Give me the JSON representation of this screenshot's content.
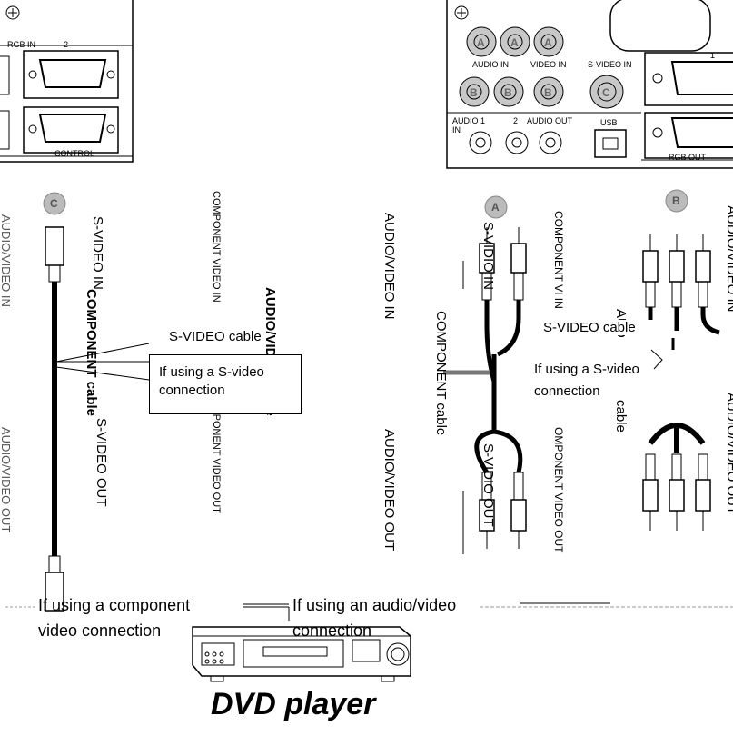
{
  "panel_left": {
    "rgb_in_label": "RGB IN",
    "port_number": "2",
    "control_label": "CONTROL"
  },
  "panel_right": {
    "audio_in_label": "AUDIO IN",
    "video_in_label": "VIDEO IN",
    "svideo_in_label": "S-VIDEO IN",
    "port_number": "1",
    "audio1_label": "AUDIO 1",
    "in_label": "IN",
    "audio2_label": "2",
    "audio_out_label": "AUDIO OUT",
    "usb_label": "USB",
    "rgb_out_label": "RGB OUT"
  },
  "markers": {
    "a": "A",
    "b": "B",
    "c": "C"
  },
  "vertical_labels": {
    "left_edge_top": "AUDIO/VIDEO IN",
    "left_edge_bottom": "AUDIO/VIDEO OUT",
    "svideo_in": "S-VIDEO IN",
    "component_cable": "COMPONENT cable",
    "svideo_out": "S-VIDEO OUT",
    "component_video_in": "COMPONENT VIDEO IN",
    "component_video_out": "COMPONENT VIDEO OUT",
    "av_cable": "AUDIO/VIDEO cable",
    "av_in_mid": "AUDIO/VIDEO IN",
    "av_out_mid": "AUDIO/VIDEO OUT",
    "svidio_in_center": "S-VIDIO IN",
    "component_cable_right": "COMPONENT cable",
    "svidio_out_center": "S-VIDIO OUT",
    "component_video_in_right": "COMPONENT VI IN",
    "component_video_out_right": "OMPONENT VIDEO OUT",
    "audio_short": "AUD",
    "cable_short": "cable",
    "right_edge_top": "AUDIO/VIDEO IN",
    "right_edge_bottom": "AUDIO/VIDEO OUT"
  },
  "callouts": {
    "svideo_cable_left": "S-VIDEO cable",
    "if_svideo_left_1": "If using a S-video",
    "if_svideo_left_2": "connection",
    "svideo_cable_right": "S-VIDEO cable",
    "if_svideo_right_1": "If using a S-video",
    "if_svideo_right_2": "connection"
  },
  "bottom": {
    "component_line1": "If using a component",
    "component_line2": "video connection",
    "av_line1": "If using an audio/video",
    "av_line2": "connection",
    "device_title": "DVD player"
  }
}
